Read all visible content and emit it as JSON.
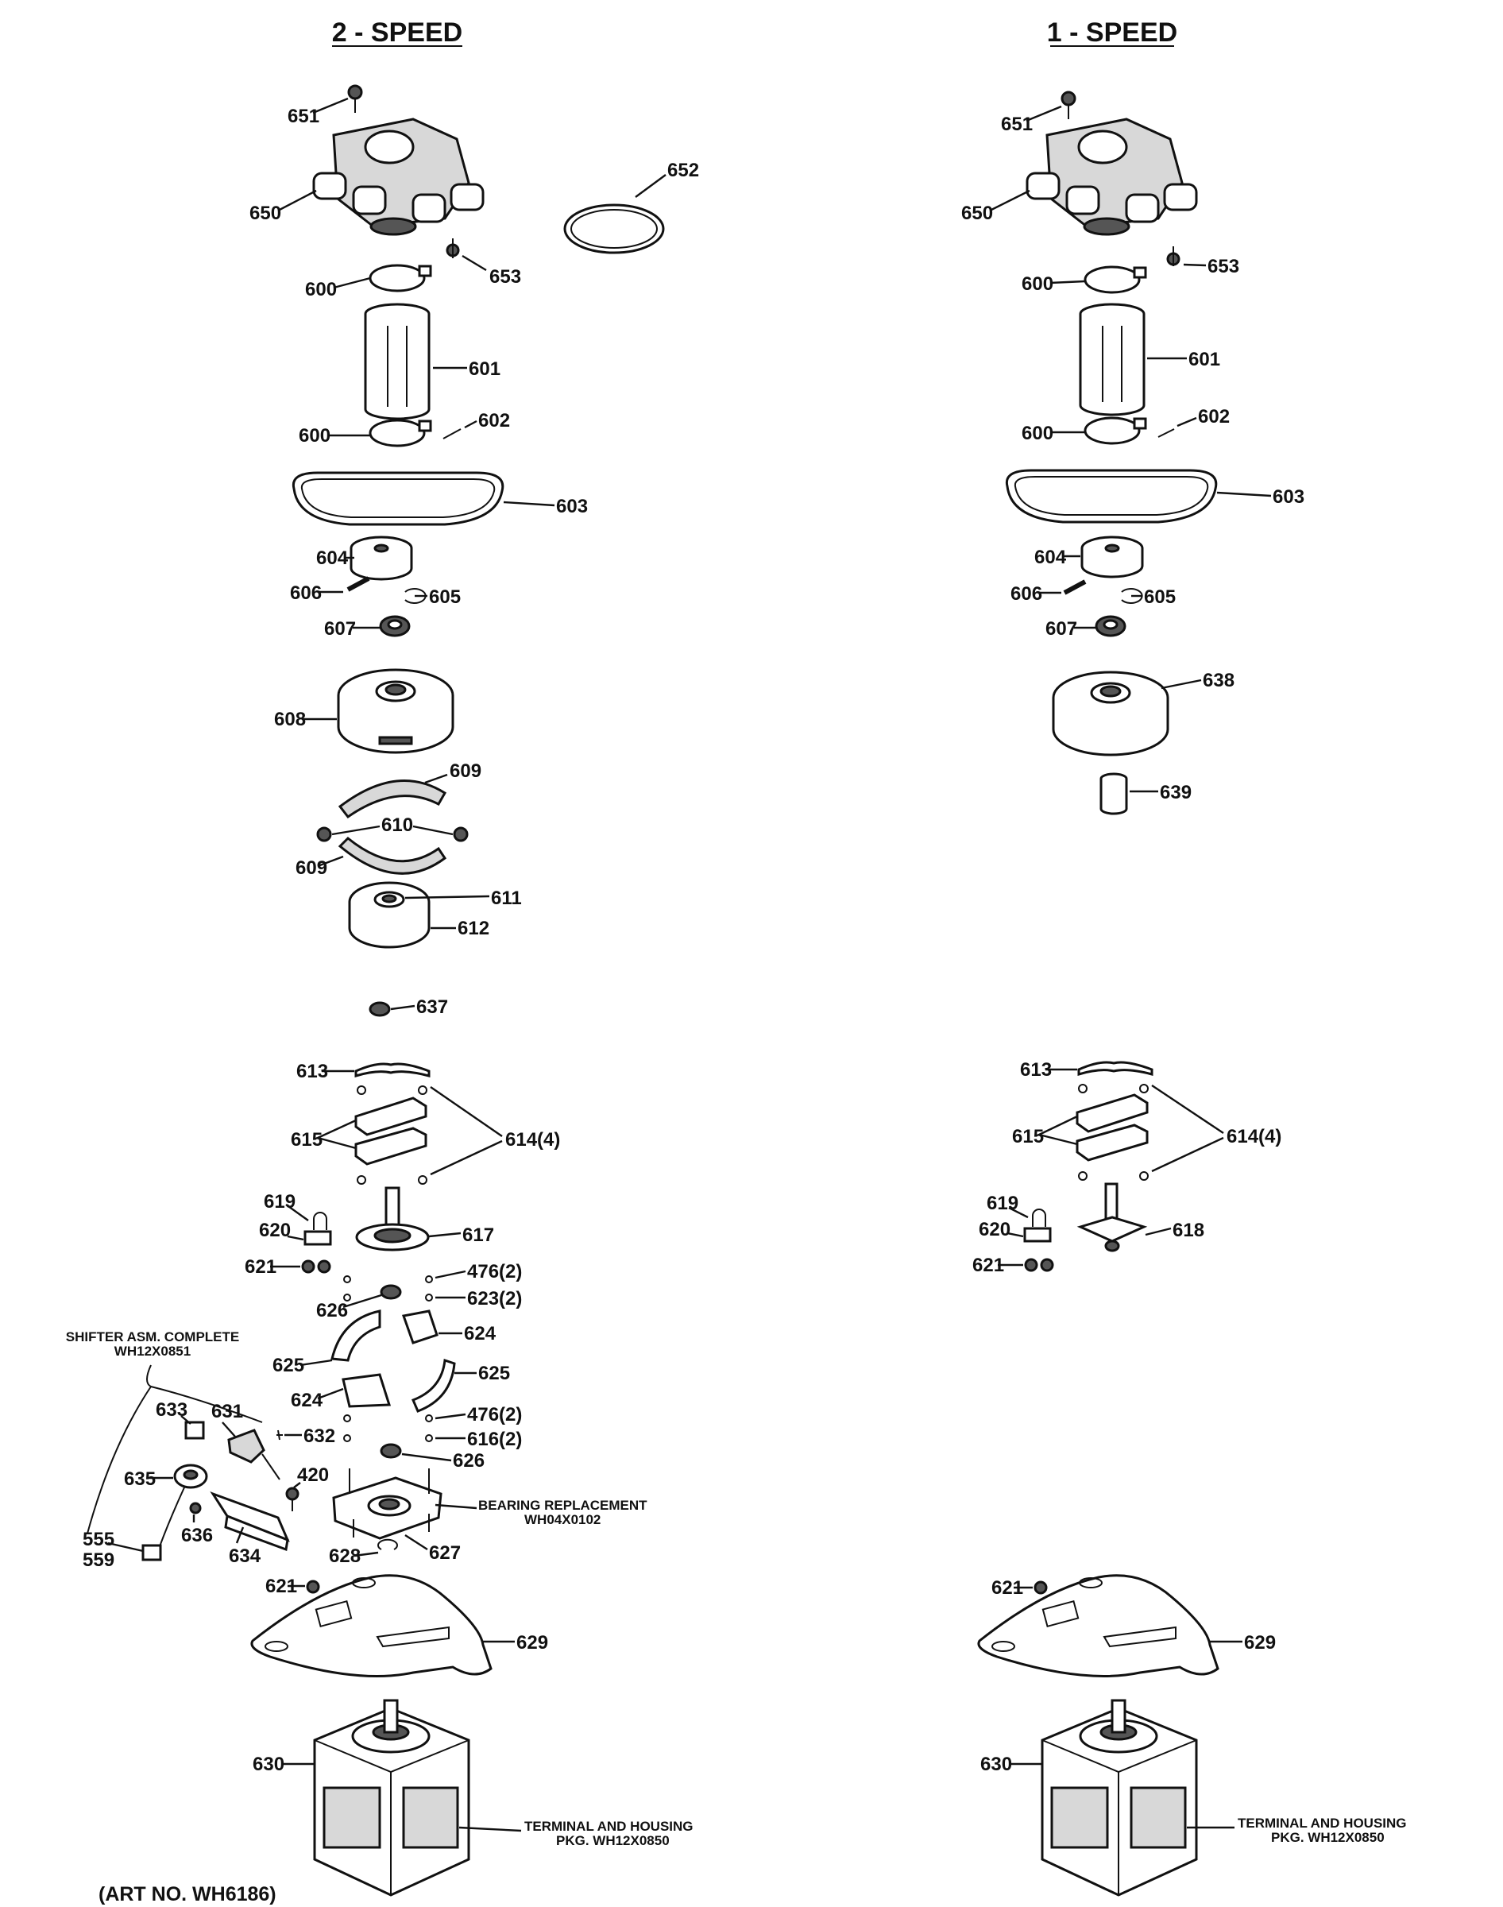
{
  "titles": {
    "left": "2 - SPEED",
    "right": "1 - SPEED"
  },
  "art_number": "(ART NO. WH6186)",
  "notes": {
    "shifter_line1": "SHIFTER ASM. COMPLETE",
    "shifter_line2": "WH12X0851",
    "bearing_line1": "BEARING REPLACEMENT",
    "bearing_line2": "WH04X0102",
    "terminal_left_line1": "TERMINAL AND HOUSING",
    "terminal_left_line2": "PKG. WH12X0850",
    "terminal_right_line1": "TERMINAL AND HOUSING",
    "terminal_right_line2": "PKG. WH12X0850"
  },
  "left_labels": {
    "p651": "651",
    "p650": "650",
    "p652": "652",
    "p653": "653",
    "p600a": "600",
    "p601": "601",
    "p600b": "600",
    "p602": "602",
    "p603": "603",
    "p604": "604",
    "p606": "606",
    "p605": "605",
    "p607": "607",
    "p608": "608",
    "p609a": "609",
    "p610": "610",
    "p609b": "609",
    "p611": "611",
    "p612": "612",
    "p637": "637",
    "p613": "613",
    "p615": "615",
    "p614": "614(4)",
    "p619": "619",
    "p620": "620",
    "p617": "617",
    "p621a": "621",
    "p476a": "476(2)",
    "p626a": "626",
    "p623": "623(2)",
    "p624a": "624",
    "p625a": "625",
    "p624b": "624",
    "p625b": "625",
    "p476b": "476(2)",
    "p633": "633",
    "p631": "631",
    "p632": "632",
    "p616": "616(2)",
    "p626b": "626",
    "p635": "635",
    "p420": "420",
    "p636": "636",
    "p634": "634",
    "p555": "555",
    "p559": "559",
    "p628": "628",
    "p627": "627",
    "p621b": "621",
    "p629": "629",
    "p630": "630"
  },
  "right_labels": {
    "p651": "651",
    "p650": "650",
    "p653": "653",
    "p600a": "600",
    "p601": "601",
    "p600b": "600",
    "p602": "602",
    "p603": "603",
    "p604": "604",
    "p606": "606",
    "p605": "605",
    "p607": "607",
    "p638": "638",
    "p639": "639",
    "p613": "613",
    "p615": "615",
    "p614": "614(4)",
    "p619": "619",
    "p620": "620",
    "p618": "618",
    "p621a": "621",
    "p621b": "621",
    "p629": "629",
    "p630": "630"
  }
}
